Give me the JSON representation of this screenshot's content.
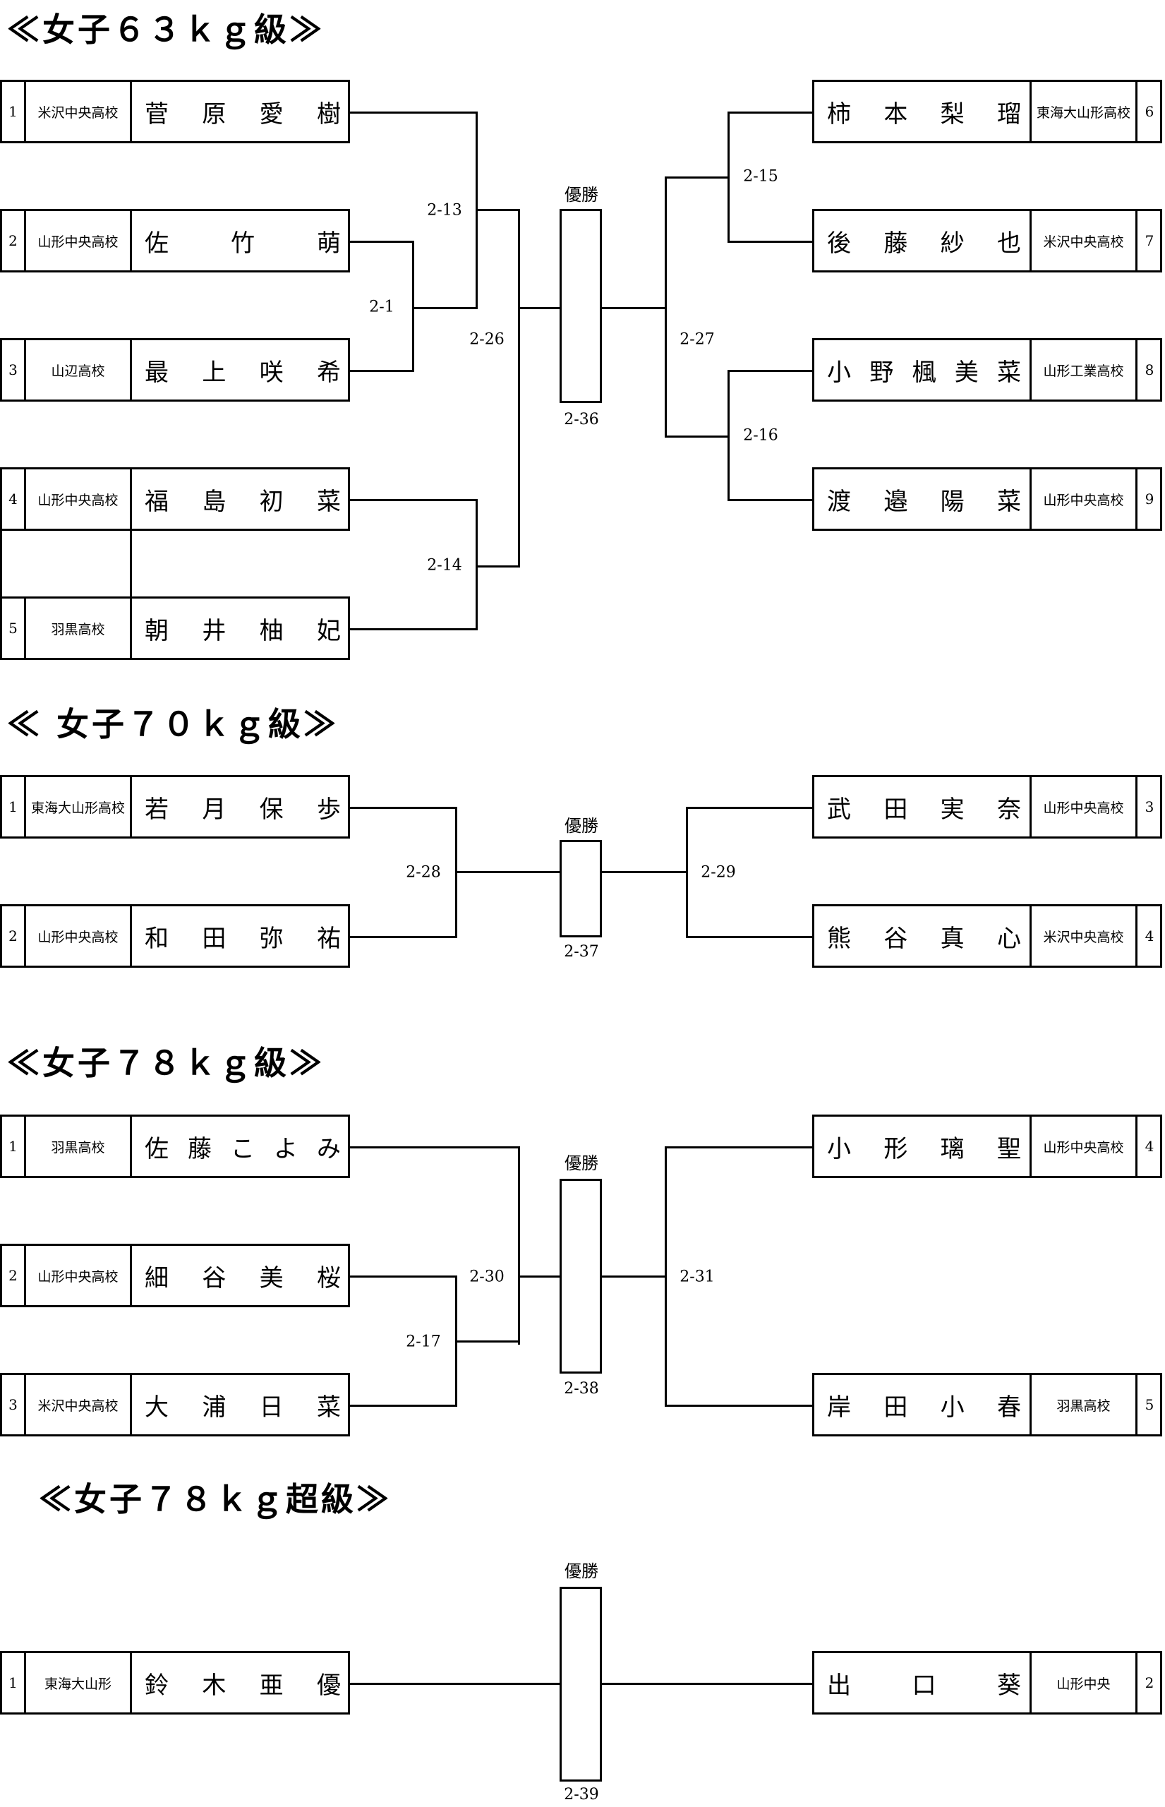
{
  "champion_label": "優勝",
  "divisions": [
    {
      "title": "≪女子６３ｋｇ級≫",
      "final_match": "2-36",
      "left": [
        {
          "seed": "1",
          "school": "米沢中央高校",
          "name": "菅 原 愛 樹"
        },
        {
          "seed": "2",
          "school": "山形中央高校",
          "name": "佐 竹 萌"
        },
        {
          "seed": "3",
          "school": "山辺高校",
          "name": "最 上 咲 希"
        },
        {
          "seed": "4",
          "school": "山形中央高校",
          "name": "福 島 初 菜"
        },
        {
          "seed": "5",
          "school": "羽黒高校",
          "name": "朝 井 柚 妃"
        }
      ],
      "right": [
        {
          "seed": "6",
          "school": "東海大山形高校",
          "name": "柿 本 梨 瑠"
        },
        {
          "seed": "7",
          "school": "米沢中央高校",
          "name": "後 藤 紗 也"
        },
        {
          "seed": "8",
          "school": "山形工業高校",
          "name": "小 野 楓 美 菜"
        },
        {
          "seed": "9",
          "school": "山形中央高校",
          "name": "渡 邉 陽 菜"
        }
      ],
      "matches": {
        "m1": "2-13",
        "m2": "2-1",
        "m3": "2-26",
        "m4": "2-14",
        "m5": "2-15",
        "m6": "2-27",
        "m7": "2-16"
      }
    },
    {
      "title": "≪ 女子７０ｋｇ級≫",
      "final_match": "2-37",
      "left": [
        {
          "seed": "1",
          "school": "東海大山形高校",
          "name": "若 月 保 歩"
        },
        {
          "seed": "2",
          "school": "山形中央高校",
          "name": "和 田 弥 祐"
        }
      ],
      "right": [
        {
          "seed": "3",
          "school": "山形中央高校",
          "name": "武 田 実 奈"
        },
        {
          "seed": "4",
          "school": "米沢中央高校",
          "name": "熊 谷 真 心"
        }
      ],
      "matches": {
        "m1": "2-28",
        "m2": "2-29"
      }
    },
    {
      "title": "≪女子７８ｋｇ級≫",
      "final_match": "2-38",
      "left": [
        {
          "seed": "1",
          "school": "羽黒高校",
          "name": "佐 藤 こ よ み"
        },
        {
          "seed": "2",
          "school": "山形中央高校",
          "name": "細 谷 美 桜"
        },
        {
          "seed": "3",
          "school": "米沢中央高校",
          "name": "大 浦 日 菜"
        }
      ],
      "right": [
        {
          "seed": "4",
          "school": "山形中央高校",
          "name": "小 形 璃 聖"
        },
        {
          "seed": "5",
          "school": "羽黒高校",
          "name": "岸 田 小 春"
        }
      ],
      "matches": {
        "m1": "2-30",
        "m2": "2-17",
        "m3": "2-31"
      }
    },
    {
      "title": "≪女子７８ｋｇ超級≫",
      "final_match": "2-39",
      "left": [
        {
          "seed": "1",
          "school": "東海大山形",
          "name": "鈴 木 亜 優"
        }
      ],
      "right": [
        {
          "seed": "2",
          "school": "山形中央",
          "name": "出 口 葵"
        }
      ],
      "matches": {}
    }
  ]
}
